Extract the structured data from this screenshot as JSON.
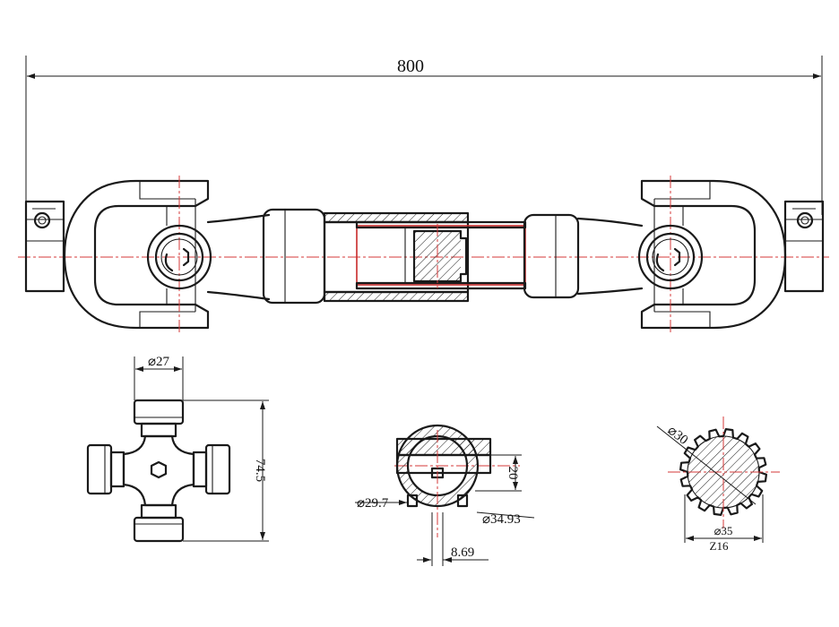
{
  "dimensions": {
    "overall_length": "800",
    "cross_cap_diameter": "⌀27",
    "cross_span": "74.5",
    "tube_inner_diameter": "⌀29.7",
    "tube_outer_diameter": "⌀34.93",
    "profile_height": "20",
    "key_width": "8.69",
    "spline_diameter_small": "⌀30",
    "spline_diameter_large": "⌀35",
    "spline_teeth": "Z16"
  },
  "colors": {
    "line": "#1a1a1a",
    "center_line": "#d43a3a",
    "inner_tube": "#c82a2a"
  }
}
